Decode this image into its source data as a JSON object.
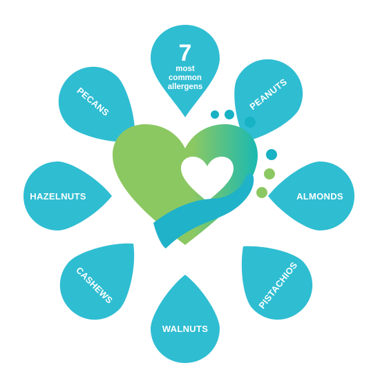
{
  "center_petal": {
    "number": "7",
    "lines": [
      "most",
      "common",
      "allergens"
    ]
  },
  "allergens": [
    {
      "label": "PEANUTS"
    },
    {
      "label": "ALMONDS"
    },
    {
      "label": "PISTACHIOS"
    },
    {
      "label": "WALNUTS"
    },
    {
      "label": "CASHEWS"
    },
    {
      "label": "HAZELNUTS"
    },
    {
      "label": "PECANS"
    }
  ],
  "colors": {
    "petal": "#2fbdd2",
    "heart_green": "#8cc862",
    "heart_teal": "#19b9b2",
    "hand": "#1fb2c9",
    "dot_teal": "#17b2c3",
    "dot_green": "#8cc862"
  },
  "icons": [
    "heart-icon",
    "hand-icon"
  ]
}
